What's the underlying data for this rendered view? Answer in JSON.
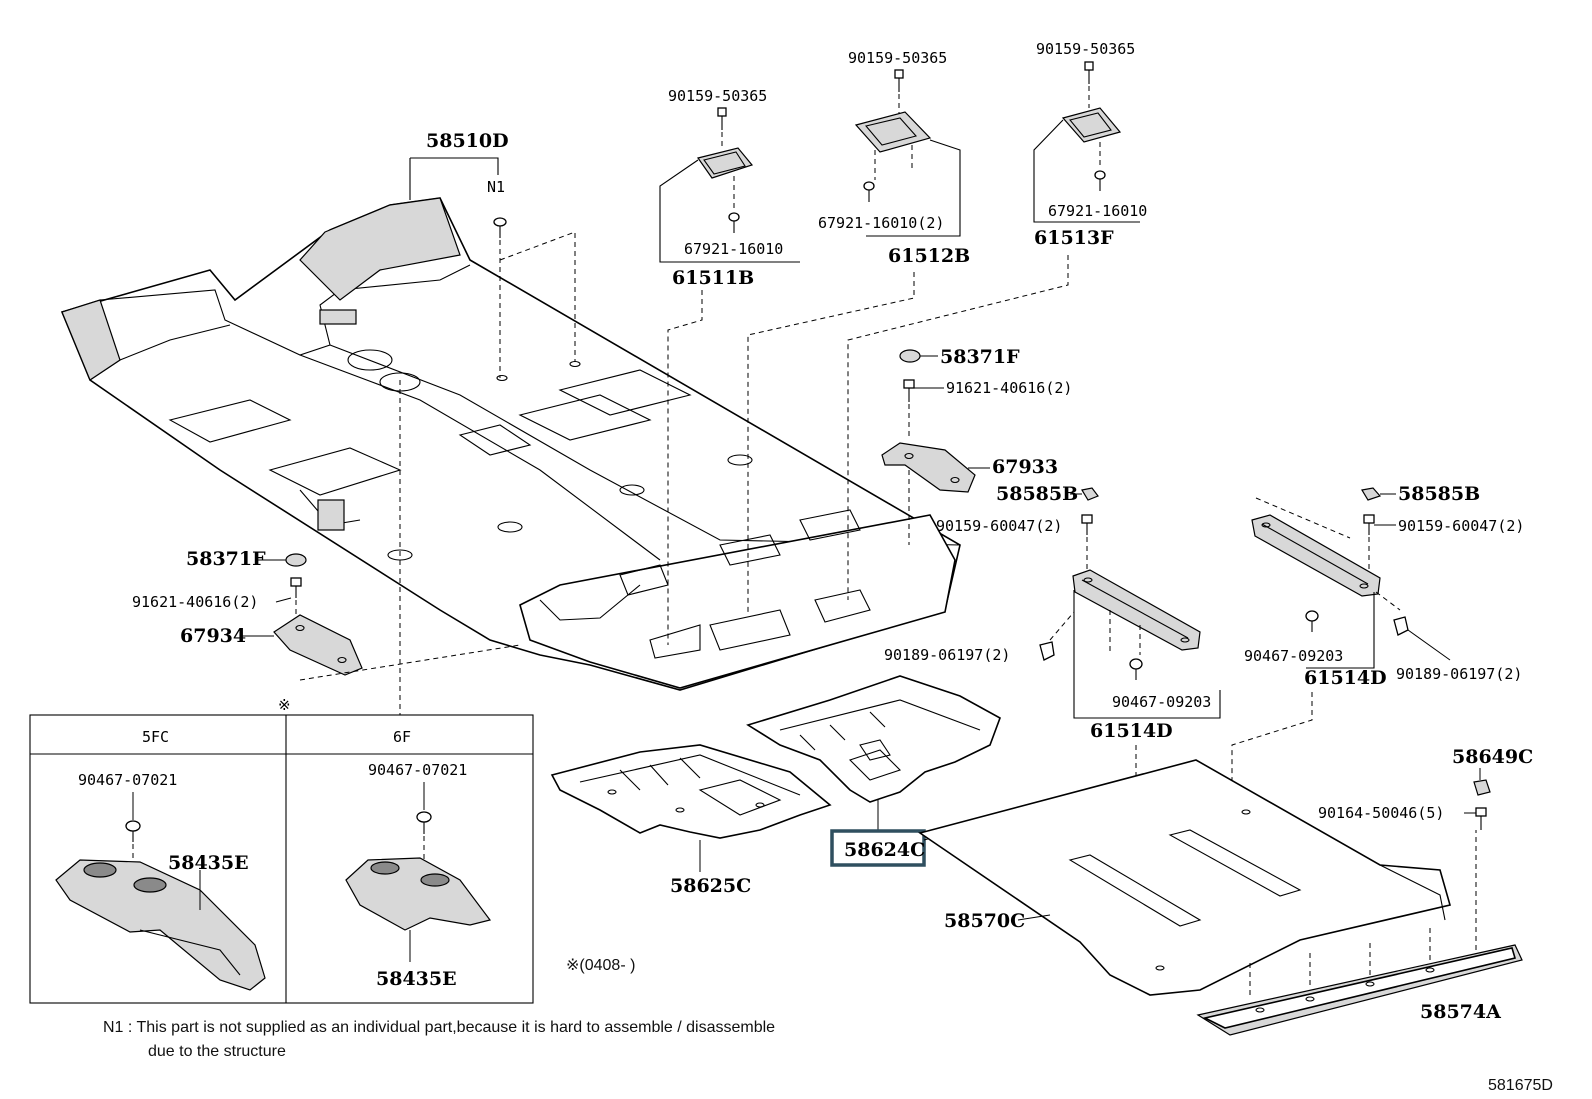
{
  "labels": {
    "l58510D": "58510D",
    "lN1": "N1",
    "l90159_50365_a": "90159-50365",
    "l90159_50365_b": "90159-50365",
    "l90159_50365_c": "90159-50365",
    "l67921_16010_a": "67921-16010",
    "l67921_16010_b": "67921-16010(2)",
    "l67921_16010_c": "67921-16010",
    "l61511B": "61511B",
    "l61512B": "61512B",
    "l61513F": "61513F",
    "l58371F_a": "58371F",
    "l91621_40616_a": "91621-40616(2)",
    "l67933": "67933",
    "l58585B_a": "58585B",
    "l58585B_b": "58585B",
    "l90159_60047_a": "90159-60047(2)",
    "l90159_60047_b": "90159-60047(2)",
    "l58371F_b": "58371F",
    "l91621_40616_b": "91621-40616(2)",
    "l67934": "67934",
    "l90189_06197_a": "90189-06197(2)",
    "l90189_06197_b": "90189-06197(2)",
    "l90467_09203_a": "90467-09203",
    "l90467_09203_b": "90467-09203",
    "l61514D_a": "61514D",
    "l61514D_b": "61514D",
    "l58649C": "58649C",
    "l90164_50046": "90164-50046(5)",
    "l58624C": "58624C",
    "l58625C": "58625C",
    "l58570C": "58570C",
    "l58574A": "58574A",
    "l90467_07021_a": "90467-07021",
    "l90467_07021_b": "90467-07021",
    "l58435E_a": "58435E",
    "l58435E_b": "58435E",
    "inset_5fc": "5FC",
    "inset_6f": "6F",
    "ref_mark": "※",
    "ref_note": "※(0408-      )",
    "footnote_1": "N1 : This part is not supplied as an individual part,because it is hard to assemble / disassemble",
    "footnote_2": "due to the structure",
    "diagram_id": "581675D"
  },
  "highlight_color": "#2f4f5f"
}
